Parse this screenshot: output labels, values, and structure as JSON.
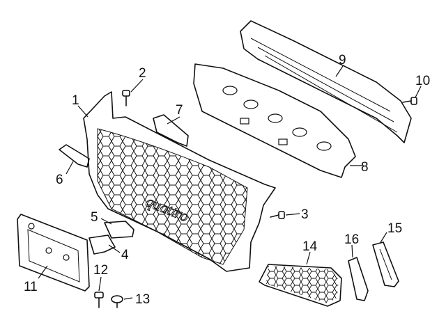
{
  "callouts": {
    "c1": "1",
    "c2": "2",
    "c3": "3",
    "c4": "4",
    "c5": "5",
    "c6": "6",
    "c7": "7",
    "c8": "8",
    "c9": "9",
    "c10": "10",
    "c11": "11",
    "c12": "12",
    "c13": "13",
    "c14": "14",
    "c15": "15",
    "c16": "16"
  },
  "grille_badge": "quattro",
  "colors": {
    "line": "#111111",
    "background": "#ffffff"
  }
}
